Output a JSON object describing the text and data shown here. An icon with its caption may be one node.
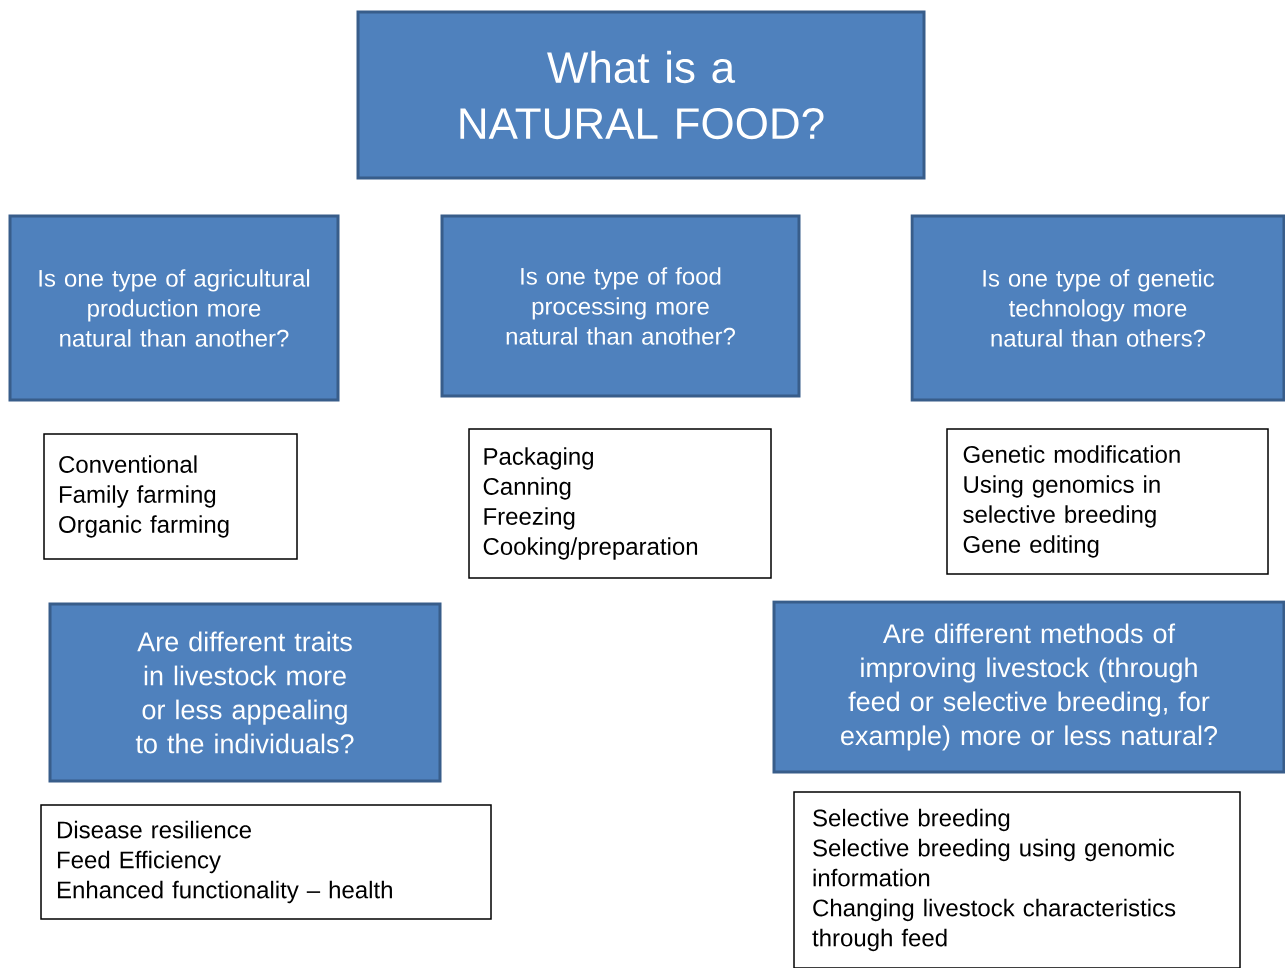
{
  "diagram": {
    "title": "What is a NATURAL FOOD?",
    "nodes": [
      {
        "text": [
          "Is one type of agricultural production more natural than another?"
        ]
      },
      {
        "text": [
          "Is one type of food processing more natural than another?"
        ]
      },
      {
        "text": [
          "Is one type of genetic technology more natural than others?"
        ]
      },
      {
        "text": [
          "Conventional",
          "Family farming",
          "Organic farming"
        ]
      },
      {
        "text": [
          "Packaging",
          "Canning",
          "Freezing",
          "Cooking/preparation"
        ]
      },
      {
        "text": [
          "Genetic modification",
          "Using genomics in selective breeding",
          "Gene editing"
        ]
      },
      {
        "text": [
          "Are different traits in livestock more or less appealing to the individuals?"
        ]
      },
      {
        "text": [
          "Are different methods of improving livestock (through feed or selective breeding, for example) more or less natural?"
        ]
      },
      {
        "text": [
          "Disease resilience",
          "Feed Efficiency",
          "Enhanced functionality – health"
        ]
      },
      {
        "text": [
          "Selective breeding",
          "Selective breeding using genomic information",
          "Changing livestock characteristics through feed"
        ]
      }
    ]
  }
}
